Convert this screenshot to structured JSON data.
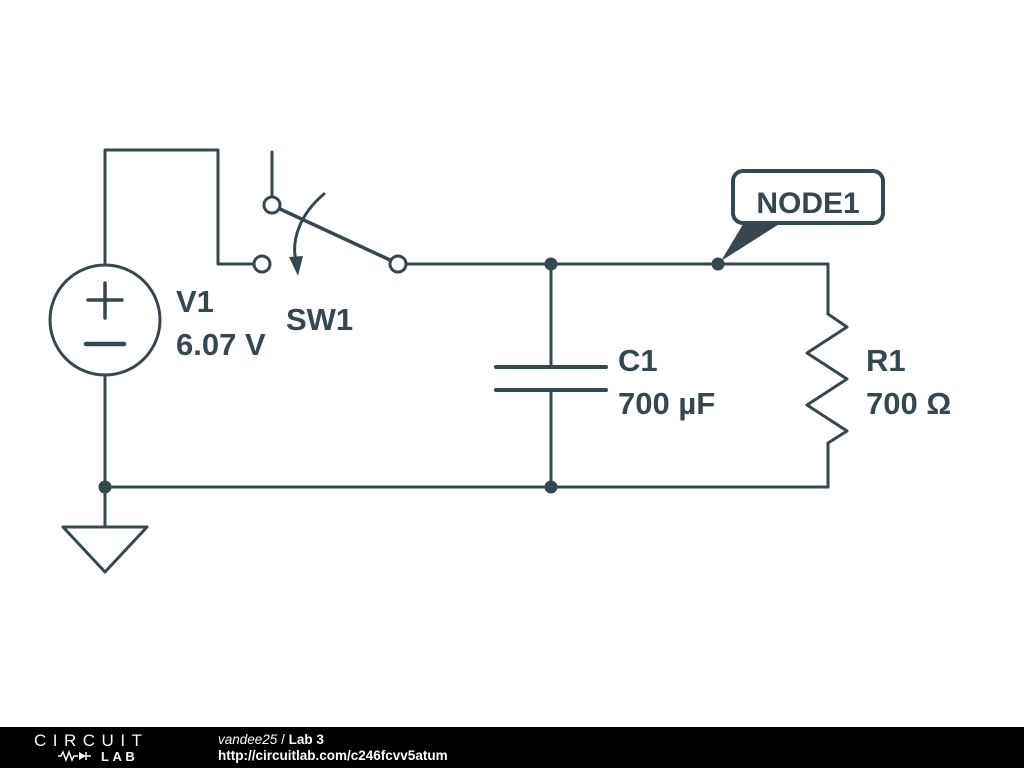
{
  "schematic": {
    "components": {
      "v1": {
        "label": "V1",
        "value": "6.07 V"
      },
      "sw1": {
        "label": "SW1"
      },
      "c1": {
        "label": "C1",
        "value": "700 µF"
      },
      "r1": {
        "label": "R1",
        "value": "700 Ω"
      }
    },
    "node_label": "NODE1"
  },
  "footer": {
    "logo_top": "CIRCUIT",
    "logo_bottom": "LAB",
    "author": "vandee25",
    "separator": " / ",
    "title": "Lab 3",
    "url": "http://circuitlab.com/c246fcvv5atum"
  },
  "colors": {
    "line": "#37474F",
    "background": "#FFFFFF",
    "footer_bg": "#000000",
    "footer_text": "#FFFFFF"
  }
}
